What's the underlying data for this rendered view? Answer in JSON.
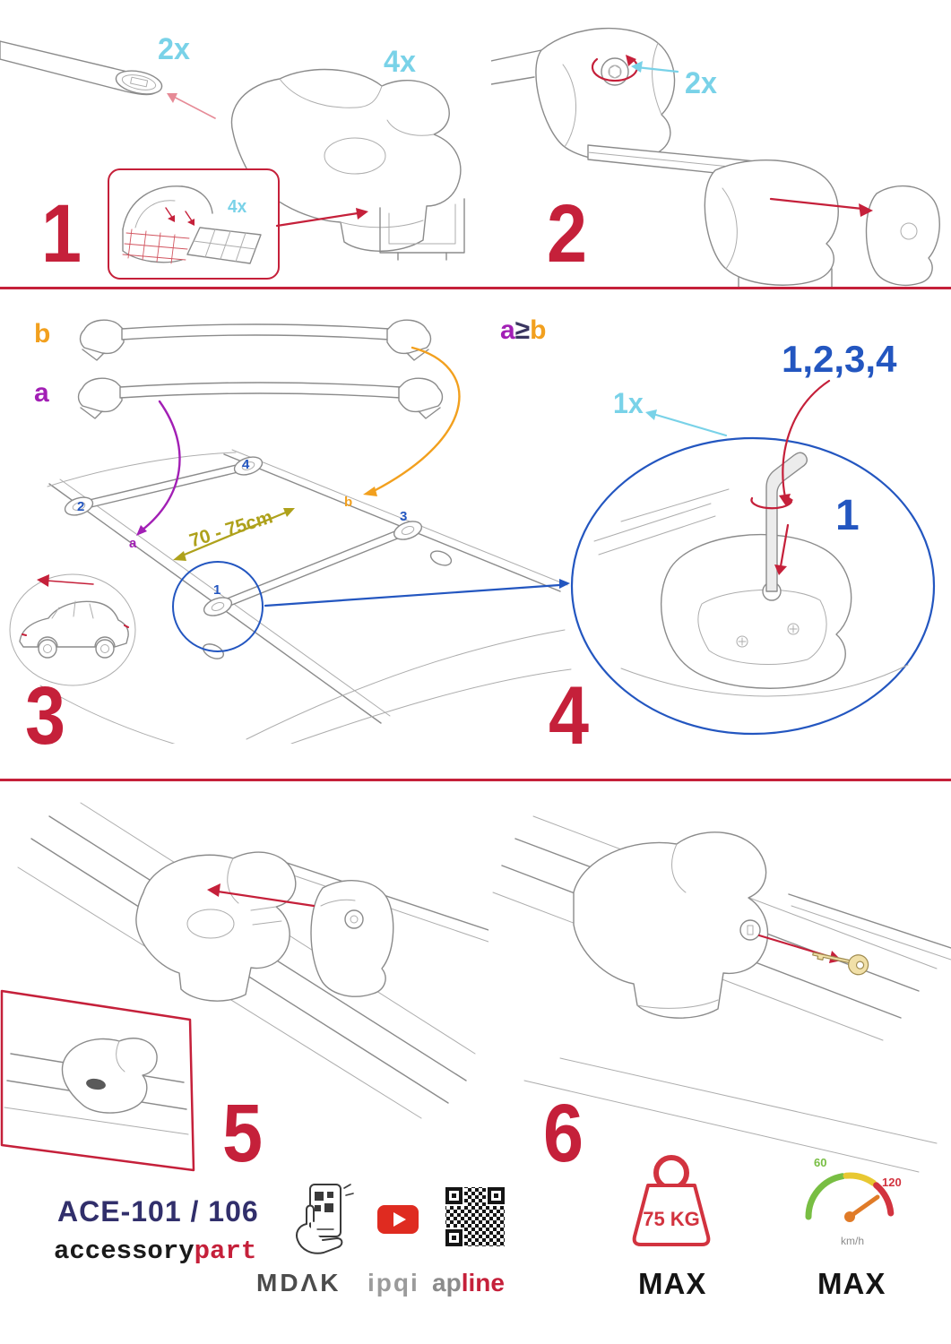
{
  "colors": {
    "accent_red": "#c5203a",
    "cyan": "#79d2e8",
    "purple": "#a21fb5",
    "orange": "#f2a01e",
    "olive": "#aea11b",
    "blue": "#2356c0",
    "navy": "#312f6b"
  },
  "steps": {
    "s1": {
      "number": "1",
      "bar_qty": "2x",
      "foot_qty": "4x",
      "pad_qty": "4x"
    },
    "s2": {
      "number": "2",
      "bolt_qty": "2x"
    },
    "s3": {
      "number": "3",
      "bar_b_label": "b",
      "bar_a_label": "a",
      "pos_2": "2",
      "pos_4": "4",
      "pos_3": "3",
      "pos_1": "1",
      "mark_b": "b",
      "mark_a": "a",
      "distance": "70 - 75cm"
    },
    "s4": {
      "number": "4",
      "cond_a": "a",
      "cond_op": "≥",
      "cond_b": "b",
      "sequence": "1,2,3,4",
      "tool_qty": "1x",
      "bolt_index": "1"
    },
    "s5": {
      "number": "5"
    },
    "s6": {
      "number": "6"
    }
  },
  "branding": {
    "model": "ACE-101 / 106",
    "brand_black": "accessory",
    "brand_red": "part",
    "logo_mdak": "MDΛK",
    "logo_ipqi": "ipqi",
    "logo_ap": "ap",
    "logo_line": "line",
    "foot_logo": "apline"
  },
  "limits": {
    "max_load": "75 KG",
    "load_max_label": "MAX",
    "speed_low": "60",
    "speed_high": "120",
    "speed_unit": "km/h",
    "speed_max_label": "MAX"
  }
}
